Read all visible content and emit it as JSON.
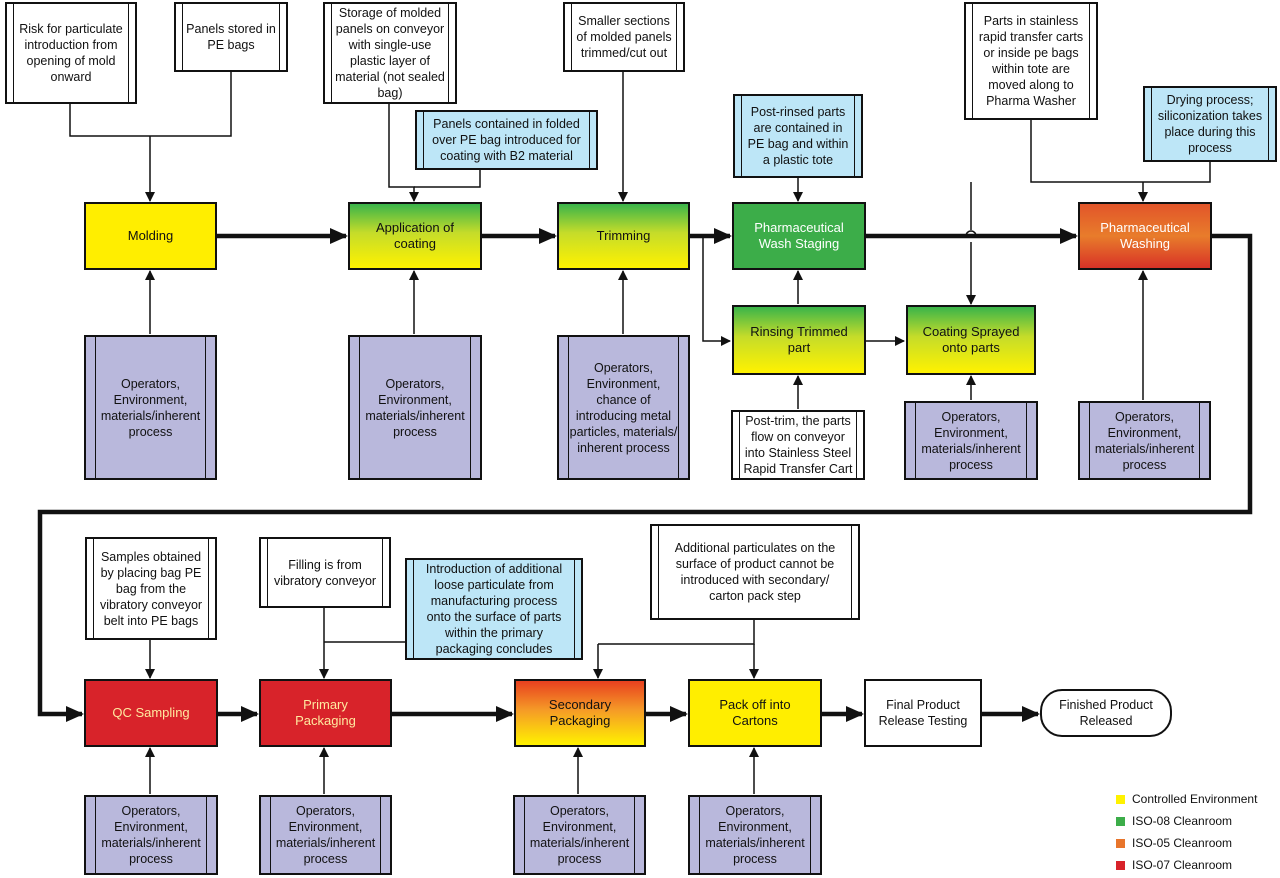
{
  "notes": {
    "risk_mold": "Risk for particulate introduction from opening of mold onward",
    "panels_stored": "Panels stored in PE bags",
    "storage_conveyor": "Storage of molded panels on conveyor with single-use plastic layer of material (not sealed bag)",
    "smaller_sections": "Smaller sections of molded panels trimmed/cut out",
    "rapid_transfer": "Parts in stainless rapid transfer carts or inside pe bags within tote are moved along to Pharma Washer",
    "post_trim": "Post-trim, the parts flow on conveyor into Stainless Steel Rapid Transfer Cart",
    "samples_obtained": "Samples obtained by placing bag PE bag from the vibratory conveyor belt into PE bags",
    "filling": "Filling is from vibratory conveyor",
    "additional_particulates": "Additional particulates on the surface of product cannot be introduced with secondary/ carton pack step"
  },
  "conditions": {
    "panels_contained": "Panels contained in folded over PE bag introduced for coating with B2 material",
    "post_rinsed": "Post-rinsed parts are contained in PE bag and within a plastic tote",
    "drying": "Drying process; siliconization takes place during this process",
    "introduction": "Introduction of additional loose particulate from manufacturing process onto the surface of parts within the primary packaging concludes"
  },
  "inputs": {
    "standard": "Operators, Environment, materials/inherent process",
    "trimming": "Operators, Environment, chance of introducing metal particles, materials/ inherent process"
  },
  "steps": {
    "molding": "Molding",
    "application": "Application of coating",
    "trimming": "Trimming",
    "wash_staging": "Pharmaceutical Wash Staging",
    "pharma_washing": "Pharmaceutical Washing",
    "rinsing": "Rinsing Trimmed part",
    "coating_sprayed": "Coating Sprayed onto parts",
    "qc_sampling": "QC Sampling",
    "primary_packaging": "Primary Packaging",
    "secondary_packaging": "Secondary Packaging",
    "pack_off": "Pack off into Cartons",
    "final_testing": "Final Product Release Testing",
    "finished": "Finished Product Released"
  },
  "legend": [
    {
      "label": "Controlled Environment",
      "color": "#fff200"
    },
    {
      "label": "ISO-08 Cleanroom",
      "color": "#3cad49"
    },
    {
      "label": "ISO-05 Cleanroom",
      "color": "#e8752b"
    },
    {
      "label": "ISO-07 Cleanroom",
      "color": "#d8232a"
    }
  ]
}
